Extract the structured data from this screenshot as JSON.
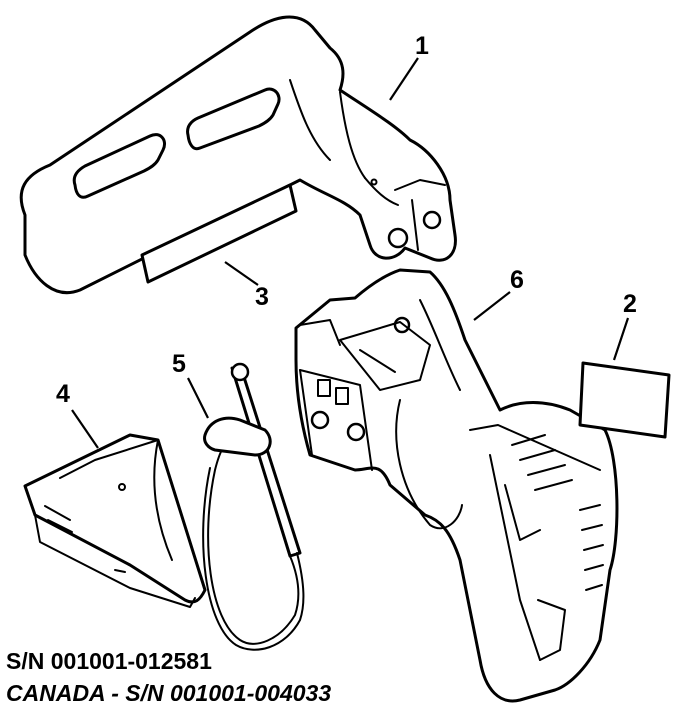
{
  "callouts": {
    "part_1": "1",
    "part_2": "2",
    "part_3": "3",
    "part_4": "4",
    "part_5": "5",
    "part_6": "6"
  },
  "serial_numbers": {
    "line_1": "S/N 001001-012581",
    "line_2": "CANADA - S/N 001001-004033"
  }
}
